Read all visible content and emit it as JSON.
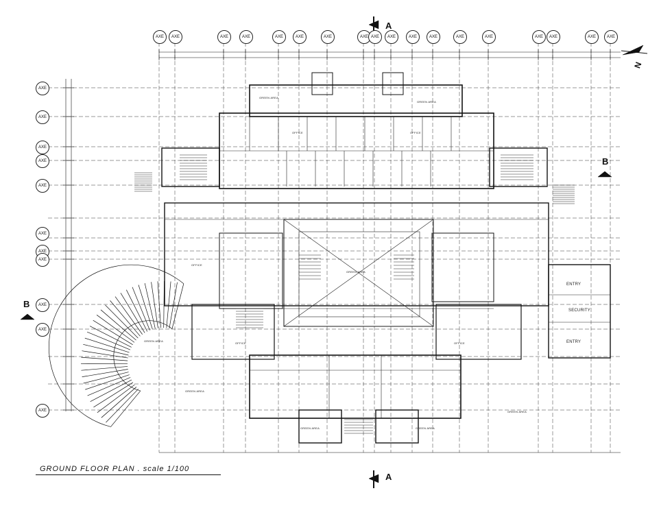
{
  "drawing": {
    "title": "GROUND FLOOR PLAN . scale 1/100",
    "north_label": "N",
    "section_a": "A",
    "section_b": "B",
    "axis_label": "AXE",
    "rooms": {
      "office": "OFFICE",
      "green_area": "GREEN AREA",
      "security": "SECURITY",
      "entry": "ENTRY"
    }
  },
  "colors": {
    "line": "#111111",
    "grid": "#333333"
  }
}
